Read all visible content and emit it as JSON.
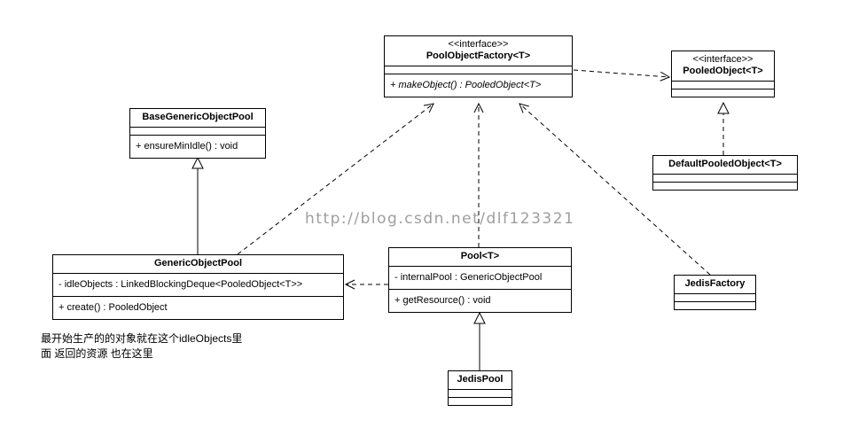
{
  "watermark": "http://blog.csdn.net/dlf123321",
  "note": {
    "line1": "最开始生产的的对象就在这个idleObjects里",
    "line2": "面 返回的资源 也在这里"
  },
  "classes": {
    "baseGenericObjectPool": {
      "name": "BaseGenericObjectPool",
      "method": "+ ensureMinIdle() : void"
    },
    "poolObjectFactory": {
      "stereotype": "<<interface>>",
      "name": "PoolObjectFactory<T>",
      "method": "+ makeObject() : PooledObject<T>"
    },
    "pooledObject": {
      "stereotype": "<<interface>>",
      "name": "PooledObject<T>"
    },
    "defaultPooledObject": {
      "name": "DefaultPooledObject<T>"
    },
    "genericObjectPool": {
      "name": "GenericObjectPool",
      "attribute": "- idleObjects : LinkedBlockingDeque<PooledObject<T>>",
      "method": "+ create() : PooledObject"
    },
    "pool": {
      "name": "Pool<T>",
      "attribute": "- internalPool : GenericObjectPool",
      "method": "+ getResource() : void"
    },
    "jedisFactory": {
      "name": "JedisFactory"
    },
    "jedisPool": {
      "name": "JedisPool"
    }
  },
  "relationships": [
    {
      "from": "GenericObjectPool",
      "to": "BaseGenericObjectPool",
      "type": "generalization"
    },
    {
      "from": "JedisPool",
      "to": "Pool<T>",
      "type": "generalization"
    },
    {
      "from": "DefaultPooledObject<T>",
      "to": "PooledObject<T>",
      "type": "realization"
    },
    {
      "from": "GenericObjectPool",
      "to": "PoolObjectFactory<T>",
      "type": "dependency"
    },
    {
      "from": "Pool<T>",
      "to": "PoolObjectFactory<T>",
      "type": "dependency"
    },
    {
      "from": "JedisFactory",
      "to": "PoolObjectFactory<T>",
      "type": "dependency"
    },
    {
      "from": "Pool<T>",
      "to": "GenericObjectPool",
      "type": "dependency"
    },
    {
      "from": "PoolObjectFactory<T>",
      "to": "PooledObject<T>",
      "type": "dependency"
    }
  ]
}
